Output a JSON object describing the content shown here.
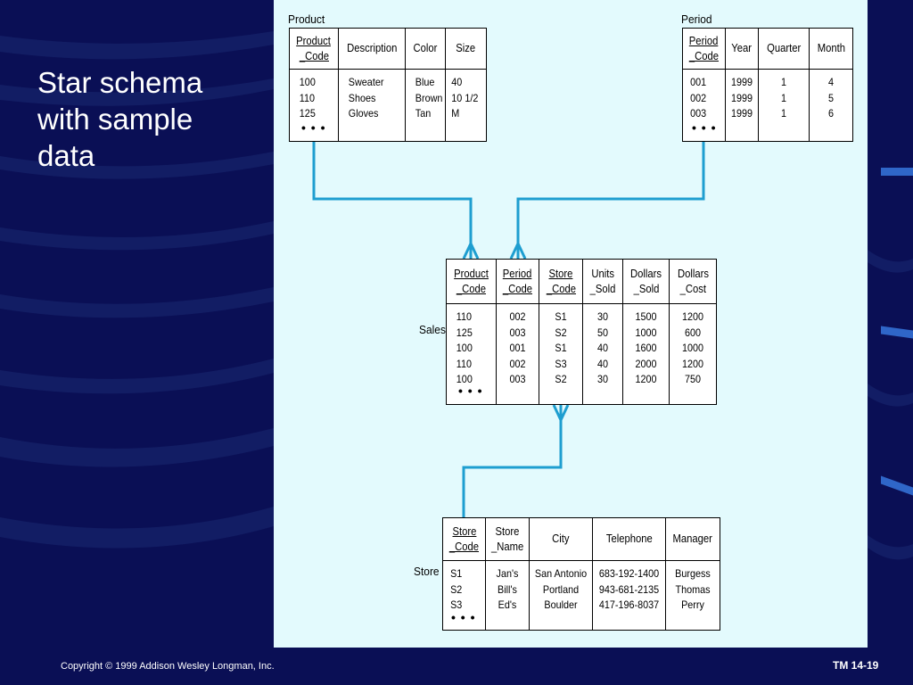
{
  "slide": {
    "title_lines": [
      "Star schema",
      "with sample",
      "data"
    ],
    "copyright": "Copyright © 1999 Addison Wesley Longman, Inc.",
    "page_label": "TM 14-19"
  },
  "colors": {
    "background": "#0a0f55",
    "panel": "#e3fafd",
    "connector": "#1e9ed0",
    "text": "#ffffff"
  },
  "tables": {
    "product": {
      "name": "Product",
      "headers": [
        [
          "Product",
          "_Code"
        ],
        [
          "Description"
        ],
        [
          "Color"
        ],
        [
          "Size"
        ]
      ],
      "columns": [
        [
          "100",
          "110",
          "125"
        ],
        [
          "Sweater",
          "Shoes",
          "Gloves"
        ],
        [
          "Blue",
          "Brown",
          "Tan"
        ],
        [
          "40",
          "10 1/2",
          "M"
        ]
      ],
      "more": "• • •"
    },
    "period": {
      "name": "Period",
      "headers": [
        [
          "Period",
          "_Code"
        ],
        [
          "Year"
        ],
        [
          "Quarter"
        ],
        [
          "Month"
        ]
      ],
      "columns": [
        [
          "001",
          "002",
          "003"
        ],
        [
          "1999",
          "1999",
          "1999"
        ],
        [
          "1",
          "1",
          "1"
        ],
        [
          "4",
          "5",
          "6"
        ]
      ],
      "more": "• • •"
    },
    "sales": {
      "name": "Sales",
      "headers": [
        [
          "Product",
          "_Code"
        ],
        [
          "Period",
          "_Code"
        ],
        [
          "Store",
          "_Code"
        ],
        [
          "Units",
          "_Sold"
        ],
        [
          "Dollars",
          "_Sold"
        ],
        [
          "Dollars",
          "_Cost"
        ]
      ],
      "columns": [
        [
          "110",
          "125",
          "100",
          "110",
          "100"
        ],
        [
          "002",
          "003",
          "001",
          "002",
          "003"
        ],
        [
          "S1",
          "S2",
          "S1",
          "S3",
          "S2"
        ],
        [
          "30",
          "50",
          "40",
          "40",
          "30"
        ],
        [
          "1500",
          "1000",
          "1600",
          "2000",
          "1200"
        ],
        [
          "1200",
          "600",
          "1000",
          "1200",
          "750"
        ]
      ],
      "more": "• • •"
    },
    "store": {
      "name": "Store",
      "headers": [
        [
          "Store",
          "_Code"
        ],
        [
          "Store",
          "_Name"
        ],
        [
          "City"
        ],
        [
          "Telephone"
        ],
        [
          "Manager"
        ]
      ],
      "columns": [
        [
          "S1",
          "S2",
          "S3"
        ],
        [
          "Jan's",
          "Bill's",
          "Ed's"
        ],
        [
          "San Antonio",
          "Portland",
          "Boulder"
        ],
        [
          "683-192-1400",
          "943-681-2135",
          "417-196-8037"
        ],
        [
          "Burgess",
          "Thomas",
          "Perry"
        ]
      ],
      "more": "• • •"
    }
  }
}
